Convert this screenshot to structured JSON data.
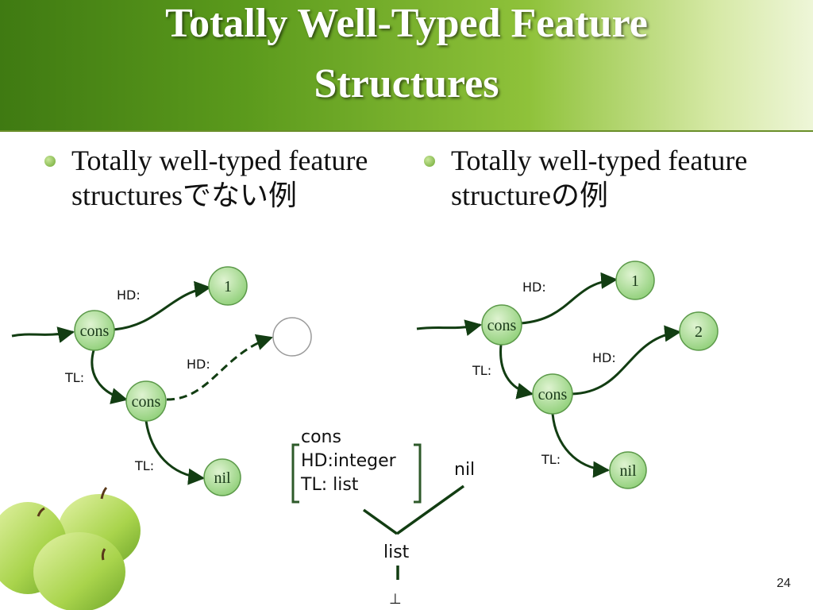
{
  "slide": {
    "title_line1": "Totally Well-Typed Feature",
    "title_line2": "Structures",
    "page_number": "24"
  },
  "left": {
    "bullet": "Totally well-typed feature structuresでない例",
    "nodes": {
      "cons1": "cons",
      "one": "1",
      "cons2": "cons",
      "nil": "nil"
    },
    "edges": {
      "hd_top": "HD:",
      "tl1": "TL:",
      "hd_dashed": "HD:",
      "tl2": "TL:"
    }
  },
  "right": {
    "bullet": "Totally well-typed feature structureの例",
    "nodes": {
      "cons1": "cons",
      "one": "1",
      "two": "2",
      "cons2": "cons",
      "nil": "nil"
    },
    "edges": {
      "hd_top": "HD:",
      "tl1": "TL:",
      "hd2": "HD:",
      "tl2": "TL:"
    }
  },
  "type_hierarchy": {
    "avm_type": "cons",
    "avm_hd": "HD:integer",
    "avm_tl": "TL: list",
    "nil": "nil",
    "list": "list",
    "bottom": "⊥"
  },
  "colors": {
    "node_fill": "#a8db8e",
    "edge": "#123d12",
    "header": "#5b9a1c"
  }
}
